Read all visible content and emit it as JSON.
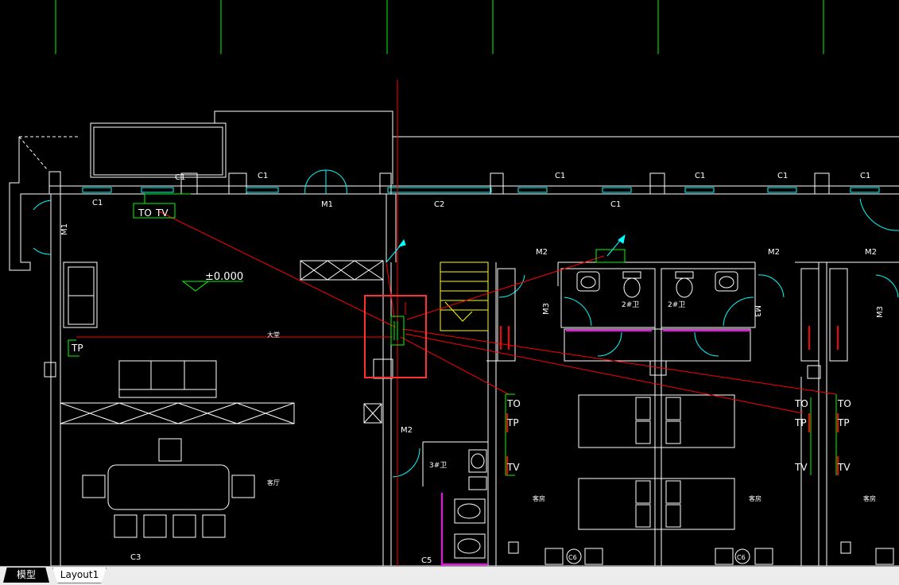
{
  "colors": {
    "background": "#000000",
    "wall": "#ffffff",
    "window": "#00ffff",
    "fixture": "#00ff00",
    "wiring": "#ff0000",
    "highlight_box": "#ff3030",
    "stair": "#ffff00",
    "partition": "#ff00ff"
  },
  "tabs": {
    "model": "模型",
    "layout1": "Layout1"
  },
  "labels": {
    "level_mark": "±0.000",
    "c1": "C1",
    "c2": "C2",
    "c3": "C3",
    "c5": "C5",
    "m1": "M1",
    "m2": "M2",
    "m3": "M3",
    "tp": "TP",
    "to": "TO",
    "tv": "TV",
    "bath_2": "2#卫",
    "bath_3": "3#卫",
    "room_ke": "客房",
    "room_canting": "客厅",
    "dahe": "大堂",
    "c6": "C6"
  }
}
